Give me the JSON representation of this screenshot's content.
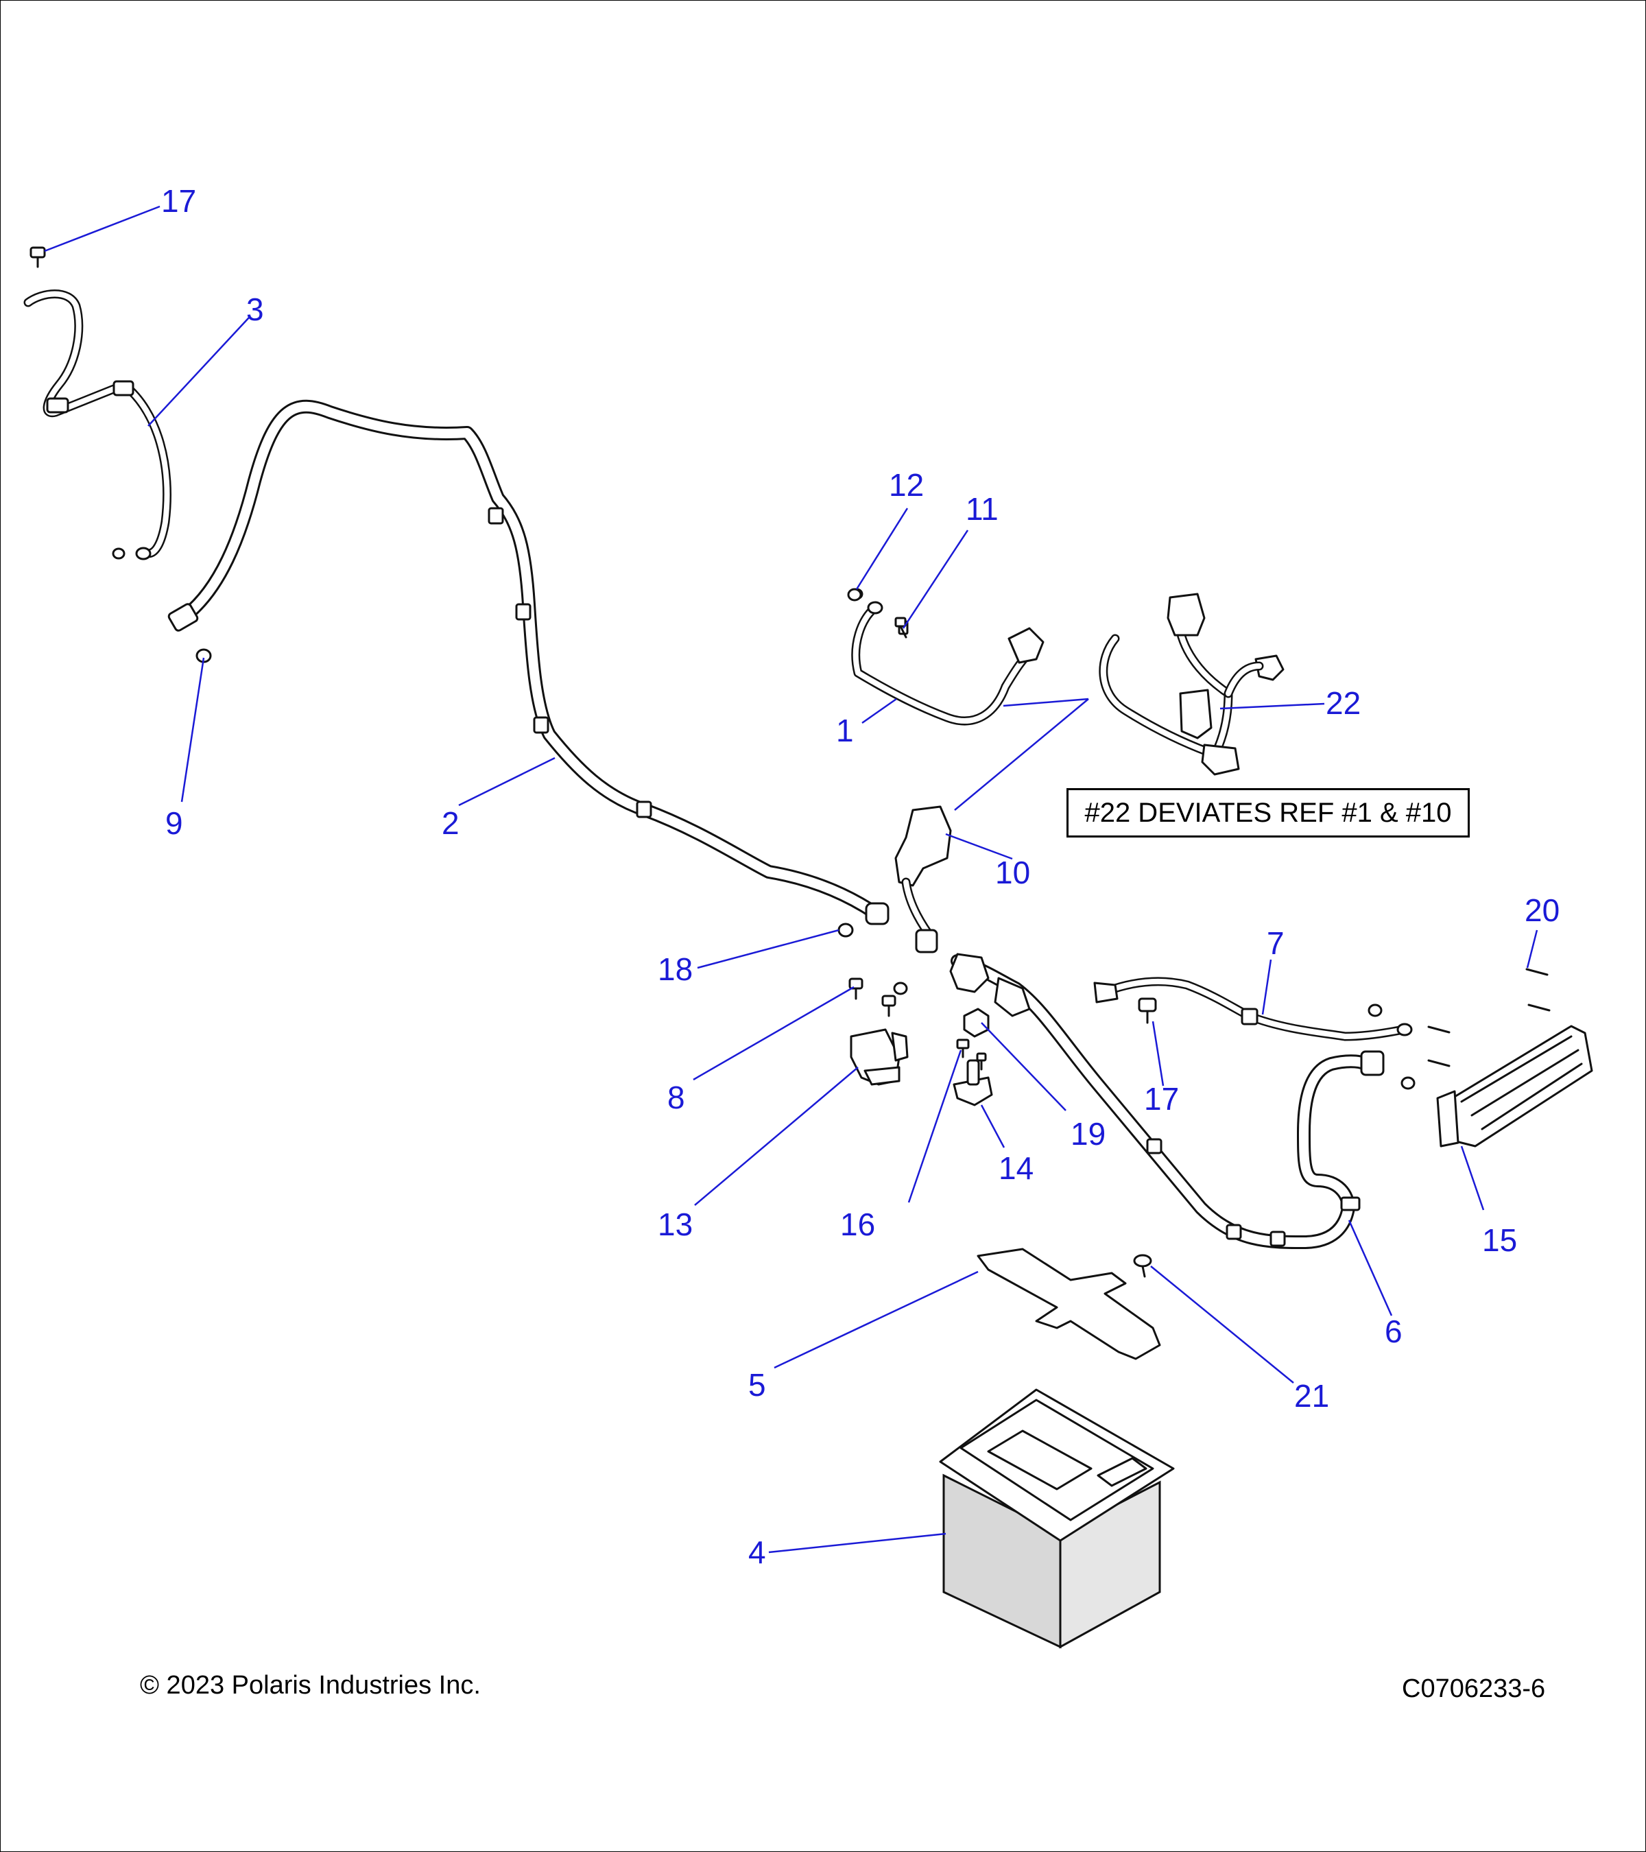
{
  "diagram": {
    "callouts": [
      {
        "id": "17a",
        "label": "17"
      },
      {
        "id": "3",
        "label": "3"
      },
      {
        "id": "9",
        "label": "9"
      },
      {
        "id": "2",
        "label": "2"
      },
      {
        "id": "12",
        "label": "12"
      },
      {
        "id": "11",
        "label": "11"
      },
      {
        "id": "1",
        "label": "1"
      },
      {
        "id": "22",
        "label": "22"
      },
      {
        "id": "10",
        "label": "10"
      },
      {
        "id": "18",
        "label": "18"
      },
      {
        "id": "8",
        "label": "8"
      },
      {
        "id": "13",
        "label": "13"
      },
      {
        "id": "16",
        "label": "16"
      },
      {
        "id": "14",
        "label": "14"
      },
      {
        "id": "19",
        "label": "19"
      },
      {
        "id": "17b",
        "label": "17"
      },
      {
        "id": "7",
        "label": "7"
      },
      {
        "id": "20",
        "label": "20"
      },
      {
        "id": "15",
        "label": "15"
      },
      {
        "id": "6",
        "label": "6"
      },
      {
        "id": "5",
        "label": "5"
      },
      {
        "id": "21",
        "label": "21"
      },
      {
        "id": "4",
        "label": "4"
      }
    ],
    "note": "#22 DEVIATES REF #1 & #10",
    "copyright": "© 2023 Polaris Industries Inc.",
    "drawing_number": "C0706233-6"
  }
}
